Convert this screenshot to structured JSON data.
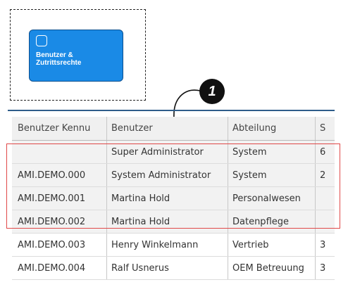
{
  "tile": {
    "label": "Benutzer &\nZutrittsrechte",
    "icon": "square-outline-icon",
    "color": "#1a8ae6"
  },
  "callout": {
    "number": "1"
  },
  "table": {
    "columns": [
      "Benutzer Kennu",
      "Benutzer",
      "Abteilung",
      "S"
    ],
    "rows": [
      [
        "",
        "Super Administrator",
        "System",
        "6"
      ],
      [
        "AMI.DEMO.000",
        "System Administrator",
        "System",
        "2"
      ],
      [
        "AMI.DEMO.001",
        "Martina Hold",
        "Personalwesen",
        ""
      ],
      [
        "AMI.DEMO.002",
        "Martina Hold",
        "Datenpflege",
        ""
      ],
      [
        "AMI.DEMO.003",
        "Henry Winkelmann",
        "Vertrieb",
        "3"
      ],
      [
        "AMI.DEMO.004",
        "Ralf Usnerus",
        "OEM Betreuung",
        "3"
      ]
    ],
    "highlight_color": "#e04848"
  }
}
